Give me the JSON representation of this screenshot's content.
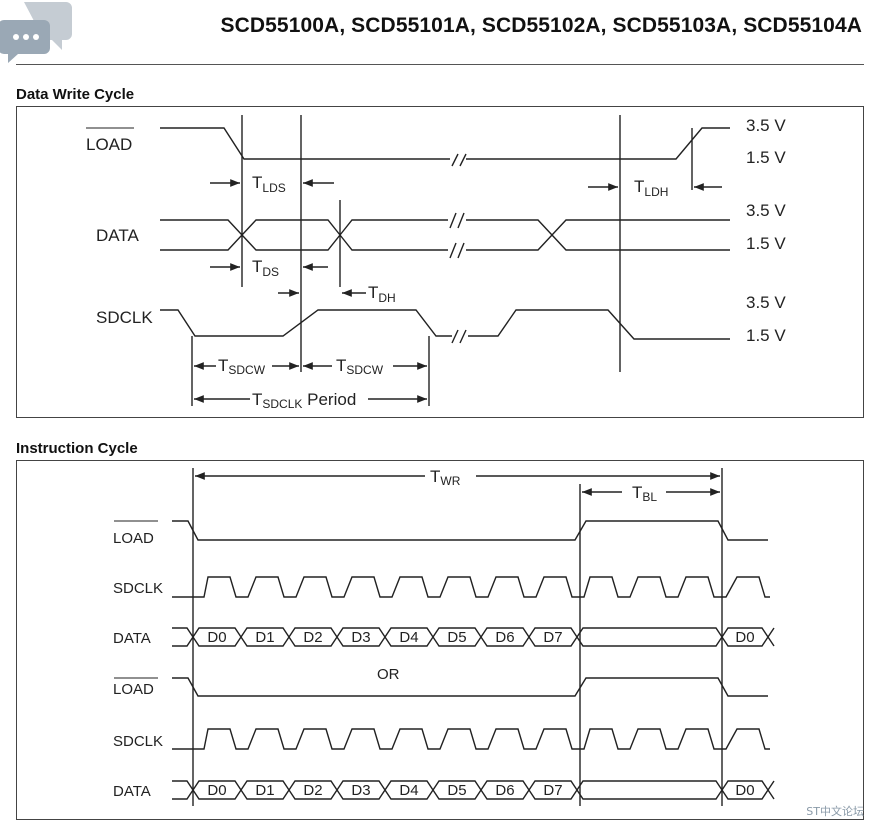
{
  "header": {
    "title": "SCD55100A, SCD55101A, SCD55102A, SCD55103A, SCD55104A"
  },
  "sections": {
    "write": "Data Write Cycle",
    "instr": "Instruction Cycle"
  },
  "write": {
    "load": "LOAD",
    "data": "DATA",
    "sdclk": "SDCLK",
    "v_high": "3.5 V",
    "v_low": "1.5 V",
    "tlds": {
      "main": "T",
      "sub": "LDS"
    },
    "tldh": {
      "main": "T",
      "sub": "LDH"
    },
    "tds": {
      "main": "T",
      "sub": "DS"
    },
    "tdh": {
      "main": "T",
      "sub": "DH"
    },
    "tsdcw": {
      "main": "T",
      "sub": "SDCW"
    },
    "tsdclk": {
      "main": "T",
      "sub": "SDCLK",
      "suffix": " Period"
    }
  },
  "instr": {
    "load": "LOAD",
    "sdclk": "SDCLK",
    "data": "DATA",
    "or": "OR",
    "twr": {
      "main": "T",
      "sub": "WR"
    },
    "tbl": {
      "main": "T",
      "sub": "BL"
    },
    "bits": [
      "D0",
      "D1",
      "D2",
      "D3",
      "D4",
      "D5",
      "D6",
      "D7"
    ],
    "tail": "D0"
  },
  "watermark": {
    "text": "ST中文论坛"
  }
}
